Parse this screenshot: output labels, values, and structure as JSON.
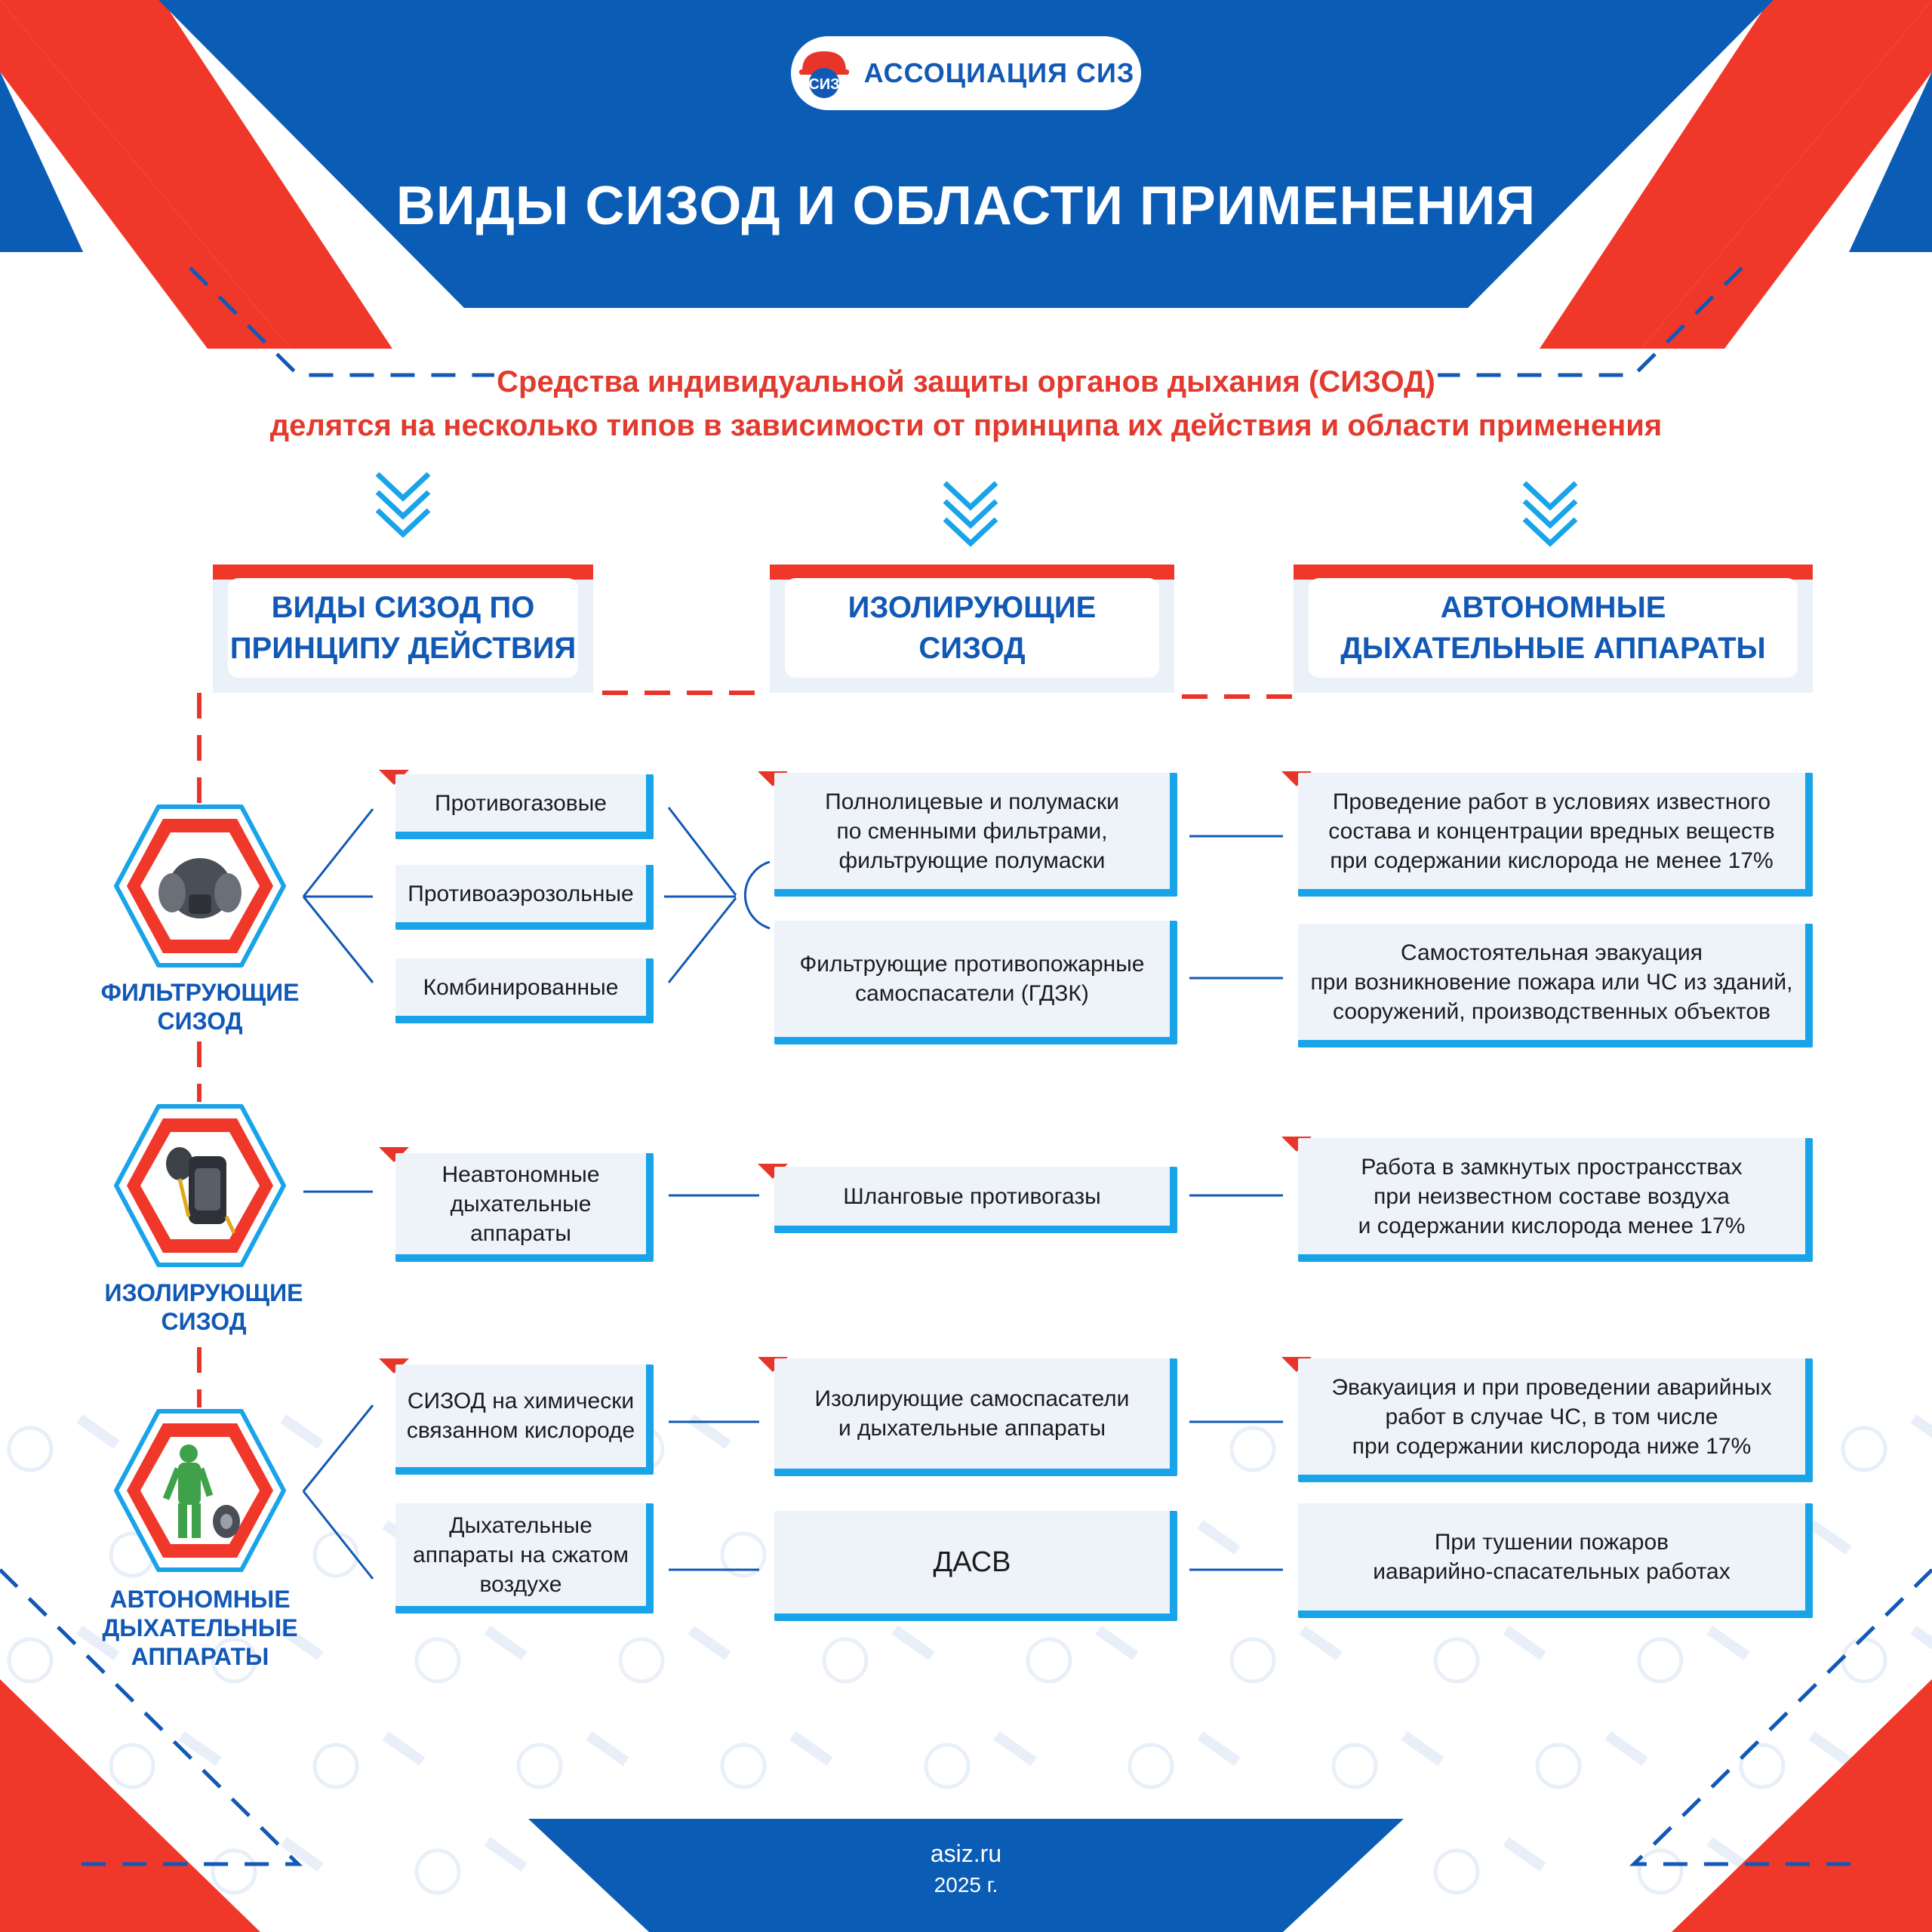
{
  "header": {
    "brand": "АССОЦИАЦИЯ СИЗ",
    "logo_mark": "СИЗ",
    "title": "ВИДЫ СИЗОД И ОБЛАСТИ ПРИМЕНЕНИЯ"
  },
  "intro": {
    "line1": "Средства индивидуальной защиты органов дыхания (СИЗОД)",
    "line2": "делятся на несколько типов в зависимости от принципа их действия и области применения"
  },
  "columns": [
    "ВИДЫ СИЗОД ПО\nПРИНЦИПУ ДЕЙСТВИЯ",
    "ИЗОЛИРУЮЩИЕ\nСИЗОД",
    "АВТОНОМНЫЕ\nДЫХАТЕЛЬНЫЕ АППАРАТЫ"
  ],
  "categories": [
    {
      "label": "ФИЛЬТРУЮЩИЕ\nСИЗОД",
      "icon": "half-mask-respirator-icon"
    },
    {
      "label": "ИЗОЛИРУЮЩИЕ\nСИЗОД",
      "icon": "breathing-apparatus-icon"
    },
    {
      "label": "АВТОНОМНЫЕ\nДЫХАТЕЛЬНЫЕ\nАППАРАТЫ",
      "icon": "firefighter-suit-icon"
    }
  ],
  "types": [
    "Противогазовые",
    "Противоаэрозольные",
    "Комбинированные",
    "Неавтономные\nдыхательные\nаппараты",
    "СИЗОД на химически\nсвязанном кислороде",
    "Дыхательные\nаппараты на сжатом\nвоздухе"
  ],
  "devices": [
    "Полнолицевые и полумаски\nпо сменными фильтрами,\nфильтрующие полумаски",
    "Фильтрующие противопожарные\nсамоспасатели (ГДЗК)",
    "Шланговые противогазы",
    "Изолирующие самоспасатели\nи дыхательные аппараты",
    "ДАСВ"
  ],
  "applications": [
    "Проведение работ в условиях известного\nсостава и концентрации вредных веществ\nпри содержании кислорода не менее 17%",
    "Самостоятельная эвакуация\nпри возникновение пожара или ЧС из зданий,\nсооружений, производственных объектов",
    "Работа в замкнутых пространсствах\nпри неизвестном составе воздуха\nи содержании кислорода менее 17%",
    "Эвакуаиция и при проведении аварийных\nработ в случае ЧС, в том числе\nпри содержании кислорода ниже 17%",
    "При тушении пожаров\nиаварийно-спасательных работах"
  ],
  "footer": {
    "site": "asiz.ru",
    "year": "2025 г."
  },
  "colors": {
    "blue": "#0a5cb5",
    "red": "#f0382a",
    "light_blue": "#19a3e8",
    "box_bg": "#edf3f9"
  }
}
